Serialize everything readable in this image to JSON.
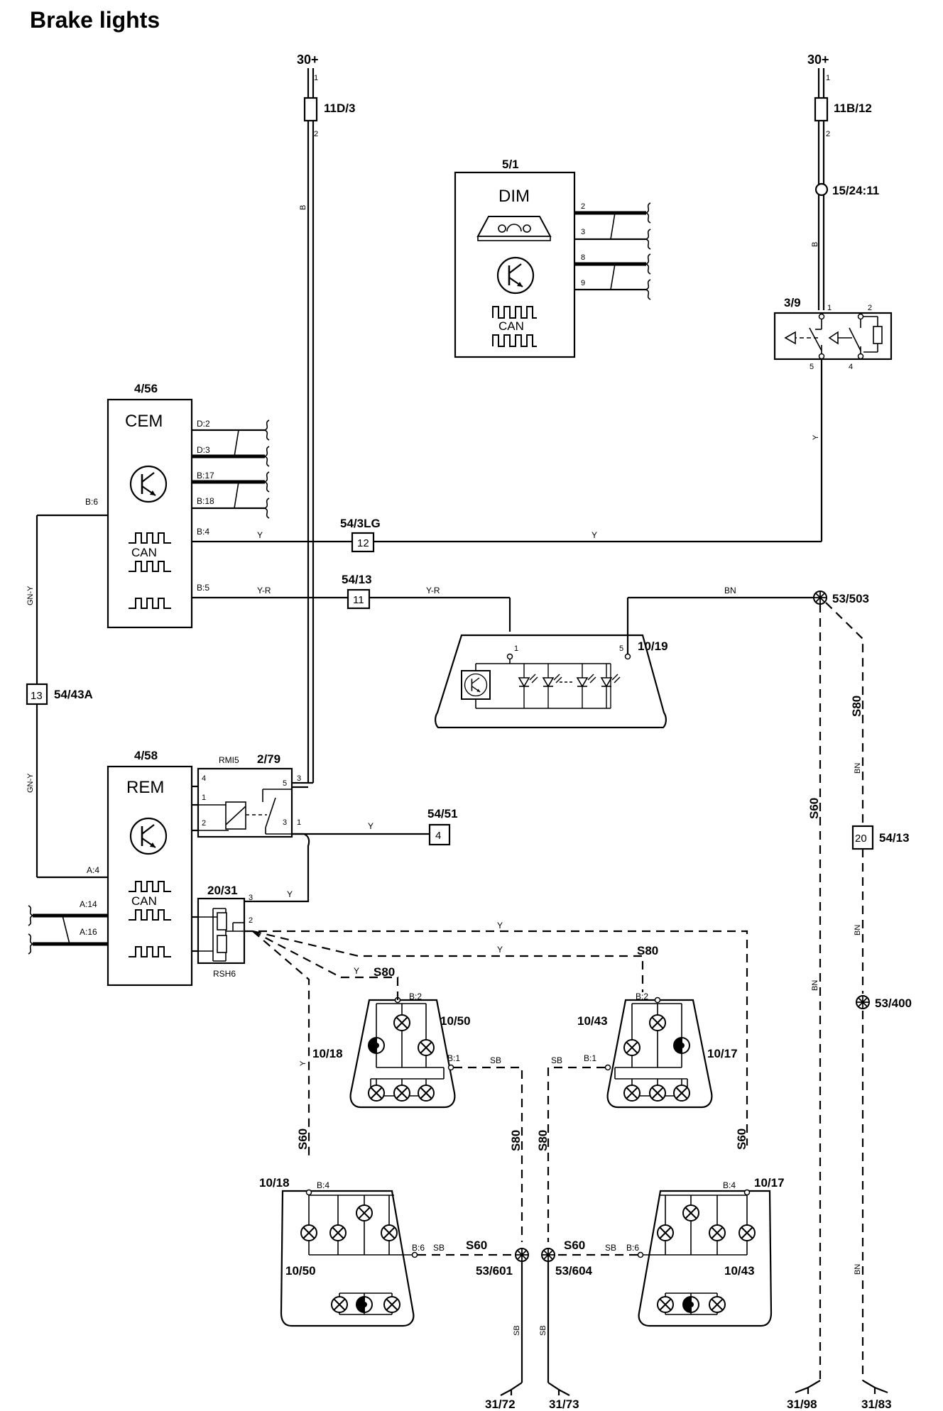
{
  "title": "Brake lights",
  "supplies": {
    "left": "30+",
    "right": "30+"
  },
  "fuses": {
    "left": "11D/3",
    "right": "11B/12"
  },
  "pins_small": {
    "one": "1",
    "two": "2",
    "three": "3",
    "four": "4",
    "five": "5",
    "eight": "8",
    "nine": "9"
  },
  "splice_right": "15/24:11",
  "dim": {
    "ref": "5/1",
    "name": "DIM",
    "can": "CAN"
  },
  "switch": {
    "ref": "3/9"
  },
  "cem": {
    "ref": "4/56",
    "name": "CEM",
    "can": "CAN",
    "pins": {
      "d2": "D:2",
      "d3": "D:3",
      "b17": "B:17",
      "b18": "B:18",
      "b6": "B:6",
      "b4": "B:4",
      "b5": "B:5"
    }
  },
  "rem": {
    "ref": "4/58",
    "name": "REM",
    "can": "CAN",
    "pins": {
      "a4": "A:4",
      "a14": "A:14",
      "a16": "A:16"
    }
  },
  "relay": {
    "ref": "2/79",
    "label": "RMI5"
  },
  "resistor": {
    "ref": "20/31",
    "label": "RSH6"
  },
  "connectors": {
    "c12": {
      "num": "12",
      "ref": "54/3LG"
    },
    "c11": {
      "num": "11",
      "ref": "54/13"
    },
    "c13": {
      "num": "13",
      "ref": "54/43A"
    },
    "c4": {
      "num": "4",
      "ref": "54/51"
    },
    "c20": {
      "num": "20",
      "ref": "54/13"
    }
  },
  "hmsl": {
    "ref": "10/19"
  },
  "wire_colors": {
    "b": "B",
    "y": "Y",
    "yr": "Y-R",
    "gny": "GN-Y",
    "bn": "BN",
    "sb": "SB"
  },
  "variants": {
    "s60": "S60",
    "s80": "S80"
  },
  "grounds": {
    "g53_503": "53/503",
    "g53_400": "53/400",
    "g53_601": "53/601",
    "g53_604": "53/604",
    "g31_72": "31/72",
    "g31_73": "31/73",
    "g31_98": "31/98",
    "g31_83": "31/83"
  },
  "lamps": {
    "s80_left": {
      "ref": "10/50",
      "side_ref": "10/18",
      "b2": "B:2",
      "b1": "B:1"
    },
    "s80_right": {
      "ref": "10/43",
      "side_ref": "10/17",
      "b2": "B:2",
      "b1": "B:1"
    },
    "s60_left": {
      "ref": "10/18",
      "sub_ref": "10/50",
      "b4": "B:4",
      "b6": "B:6"
    },
    "s60_right": {
      "ref": "10/17",
      "sub_ref": "10/43",
      "b4": "B:4",
      "b6": "B:6"
    }
  }
}
